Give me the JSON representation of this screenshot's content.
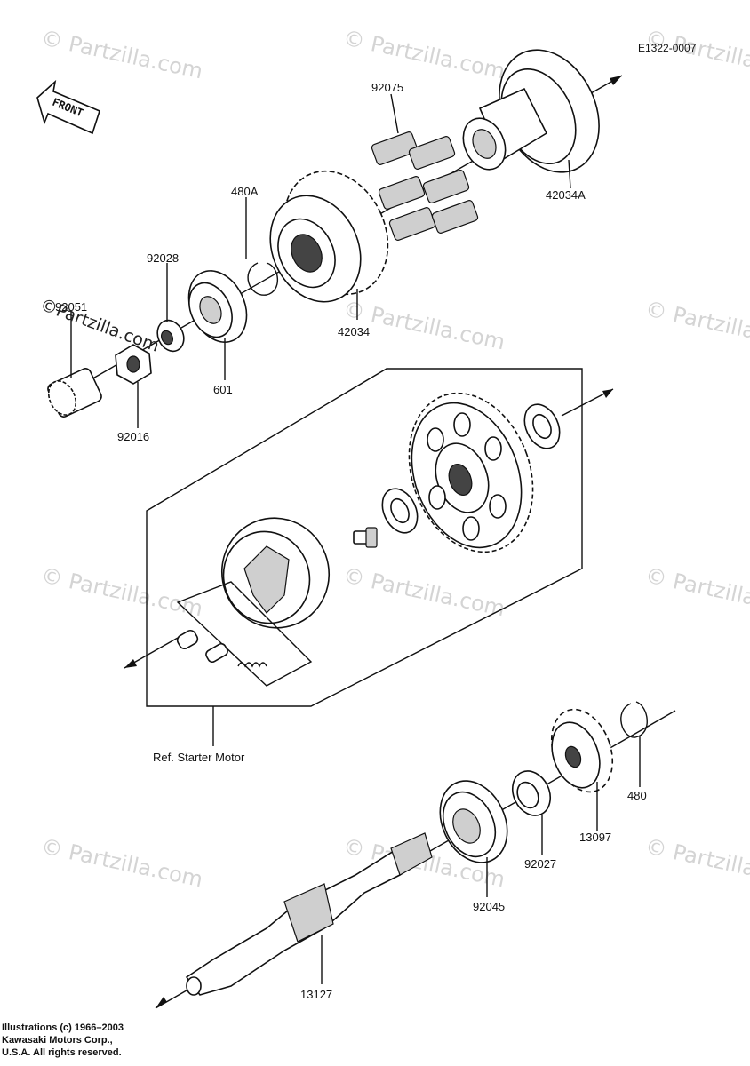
{
  "diagram_code": "E1322-0007",
  "front_marker": "FRONT",
  "watermark": "© Partzilla.com",
  "watermark_overlay": "©Partzilla.com",
  "reference_note": "Ref. Starter Motor",
  "part_labels": {
    "p92075": "92075",
    "p42034A": "42034A",
    "p480A": "480A",
    "p92028": "92028",
    "p92051": "92051",
    "p42034": "42034",
    "p601": "601",
    "p92016": "92016",
    "p480": "480",
    "p13097": "13097",
    "p92027": "92027",
    "p92045": "92045",
    "p13127": "13127"
  },
  "copyright": {
    "line1": "Illustrations (c) 1966–2003",
    "line2": "Kawasaki Motors Corp.,",
    "line3": "U.S.A.  All rights reserved."
  }
}
